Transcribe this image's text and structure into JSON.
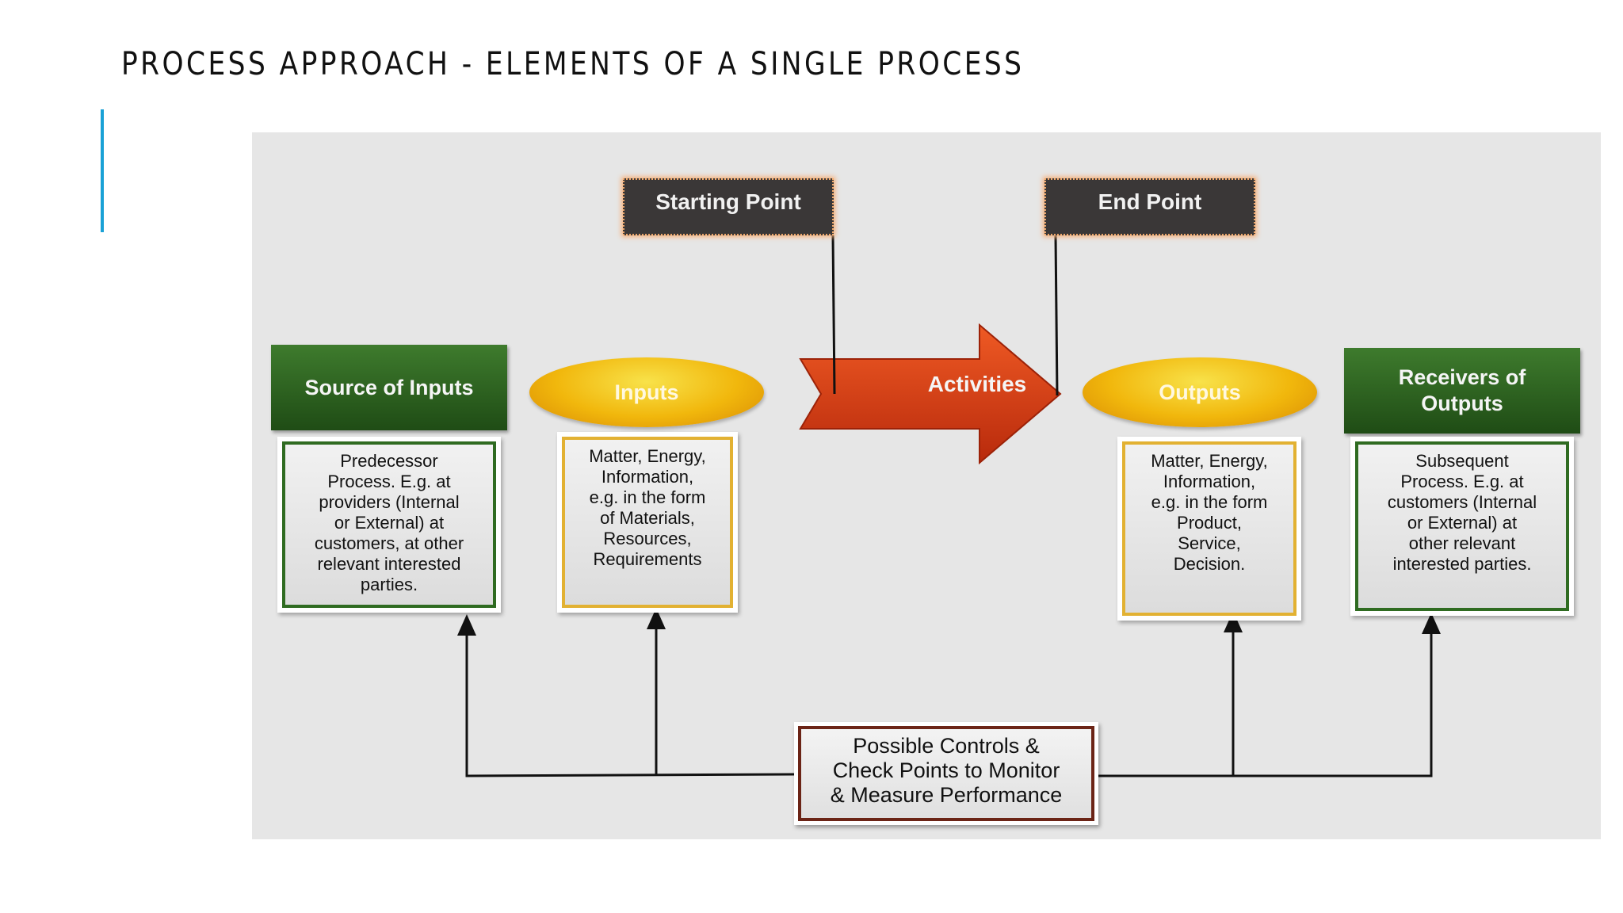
{
  "slide": {
    "title": "PROCESS APPROACH - ELEMENTS OF A SINGLE PROCESS"
  },
  "colors": {
    "accent": "#1aa1d6",
    "green": "#2f6b21",
    "gold": "#e2b132",
    "red_arrow": "#d23a14",
    "callout": "#3a3737"
  },
  "diagram": {
    "starting_point": "Starting Point",
    "end_point": "End Point",
    "activities": "Activities",
    "source": {
      "header": "Source of Inputs",
      "body": "Predecessor\nProcess. E.g. at\nproviders (Internal\nor External) at\ncustomers, at other\nrelevant interested\nparties."
    },
    "inputs": {
      "header": "Inputs",
      "body": "Matter, Energy,\nInformation,\ne.g. in the form\nof Materials,\nResources,\nRequirements"
    },
    "outputs": {
      "header": "Outputs",
      "body": "Matter, Energy,\nInformation,\ne.g. in the form\nProduct,\nService,\nDecision."
    },
    "receivers": {
      "header": "Receivers of\nOutputs",
      "body": "Subsequent\nProcess. E.g. at\ncustomers (Internal\nor External) at\nother relevant\ninterested parties."
    },
    "controls": "Possible Controls &\nCheck Points to Monitor\n& Measure Performance"
  }
}
